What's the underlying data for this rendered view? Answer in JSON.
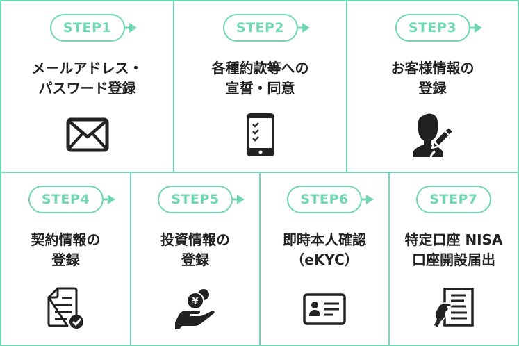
{
  "accent_color": "#6fd7b1",
  "text_color": "#222222",
  "steps": [
    {
      "label": "STEP1",
      "title_lines": [
        "メールアドレス・",
        "パスワード登録"
      ],
      "icon": "envelope-icon",
      "has_arrow": true
    },
    {
      "label": "STEP2",
      "title_lines": [
        "各種約款等への",
        "宣誓・同意"
      ],
      "icon": "tablet-checklist-icon",
      "has_arrow": true
    },
    {
      "label": "STEP3",
      "title_lines": [
        "お客様情報の",
        "登録"
      ],
      "icon": "user-edit-icon",
      "has_arrow": true
    },
    {
      "label": "STEP4",
      "title_lines": [
        "契約情報の",
        "登録"
      ],
      "icon": "document-check-icon",
      "has_arrow": true
    },
    {
      "label": "STEP5",
      "title_lines": [
        "投資情報の",
        "登録"
      ],
      "icon": "hand-yen-coin-icon",
      "has_arrow": true
    },
    {
      "label": "STEP6",
      "title_lines": [
        "即時本人確認",
        "（eKYC）"
      ],
      "icon": "id-card-icon",
      "has_arrow": true
    },
    {
      "label": "STEP7",
      "title_lines": [
        "特定口座 NISA",
        "口座開設届出"
      ],
      "icon": "hand-document-icon",
      "has_arrow": false
    }
  ]
}
